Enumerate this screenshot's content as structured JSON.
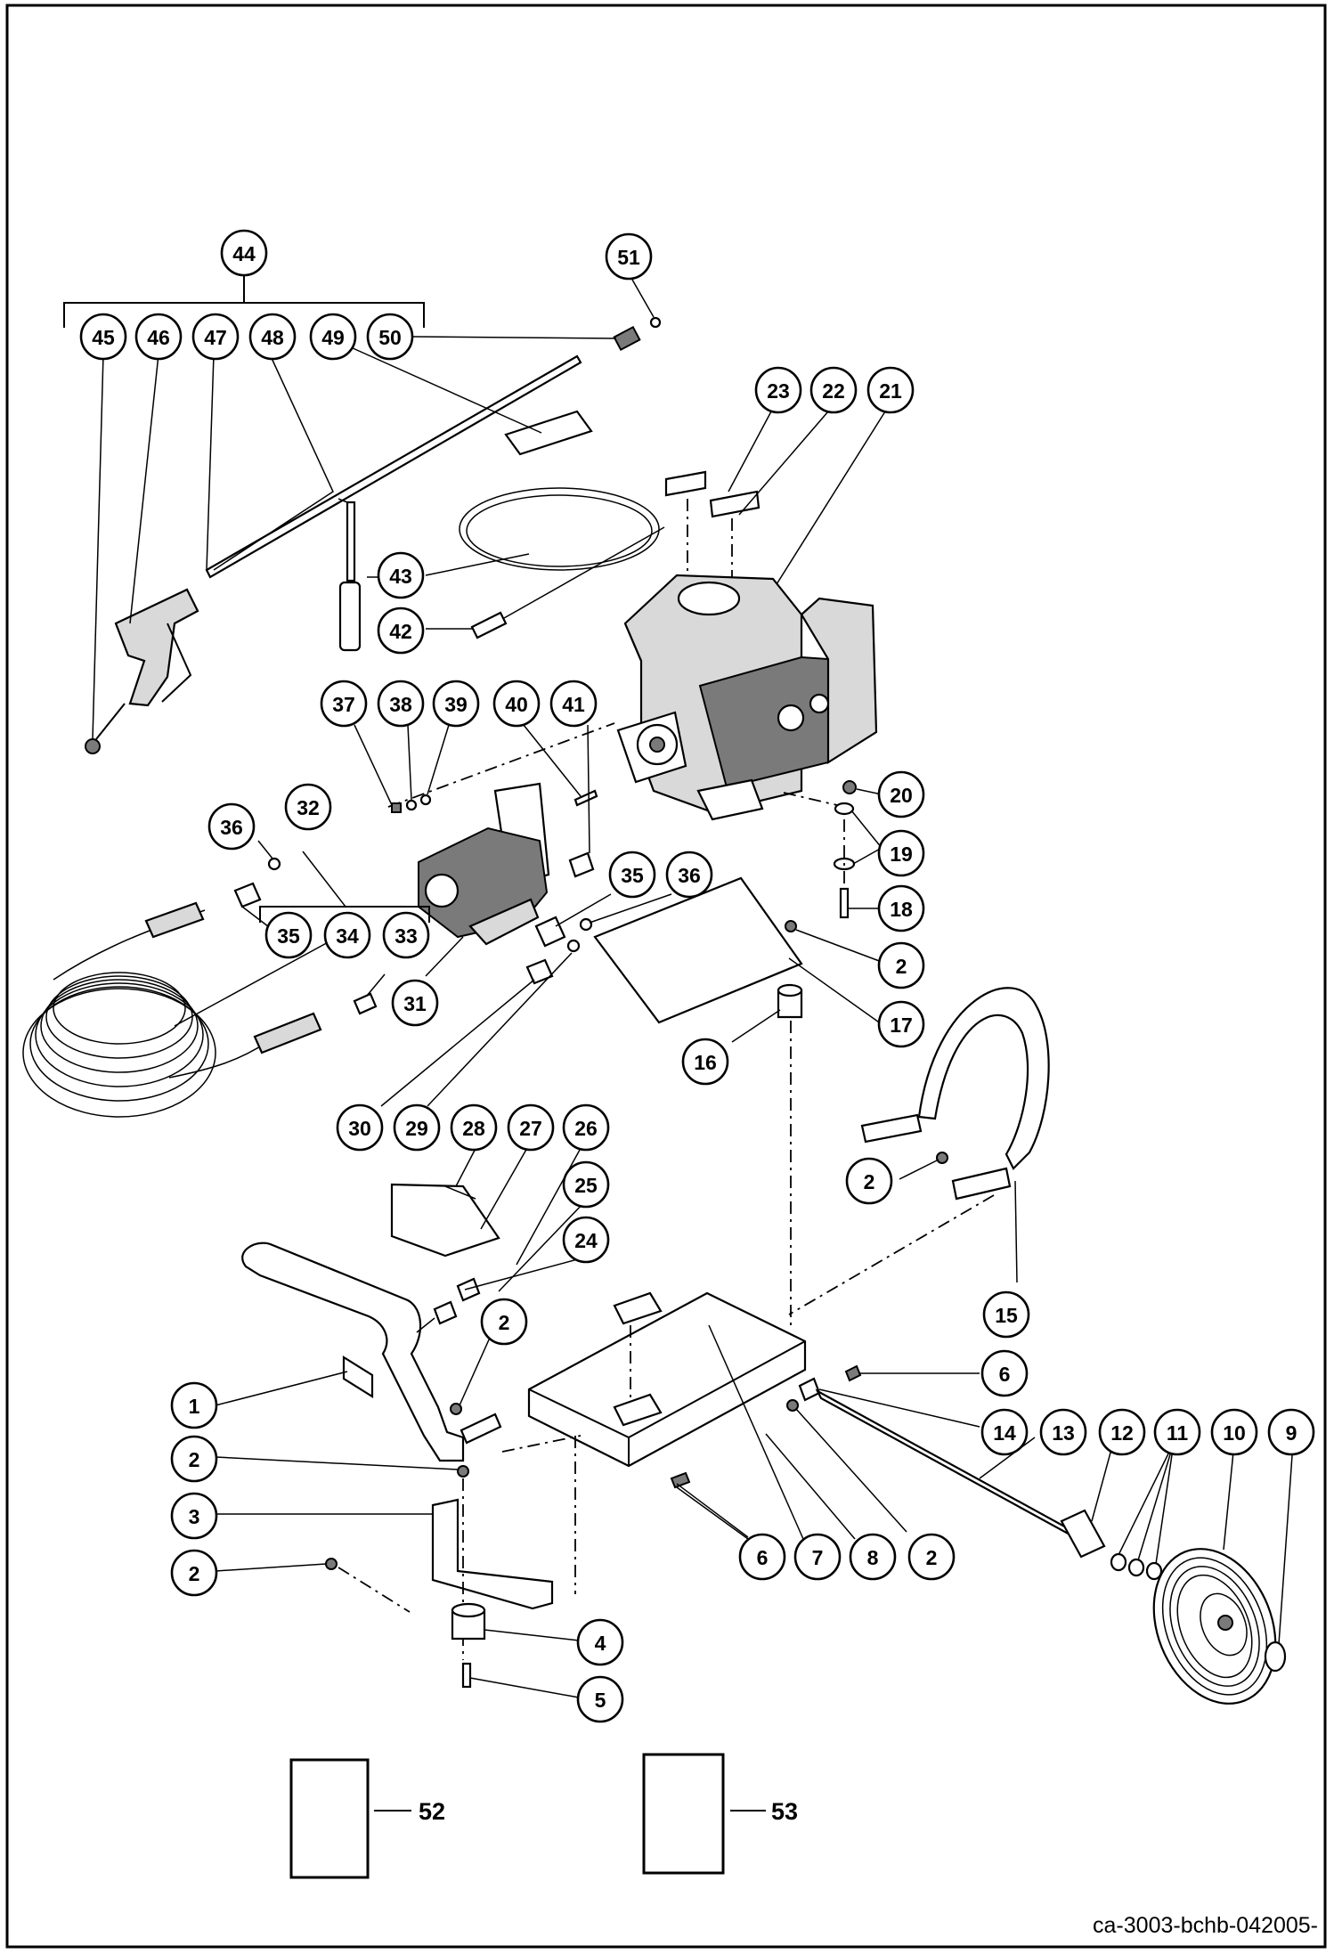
{
  "callouts": {
    "c44": "44",
    "c51": "51",
    "c45": "45",
    "c46": "46",
    "c47": "47",
    "c48": "48",
    "c49": "49",
    "c50": "50",
    "c23": "23",
    "c22": "22",
    "c21": "21",
    "c43": "43",
    "c42": "42",
    "c37": "37",
    "c38": "38",
    "c39": "39",
    "c40": "40",
    "c41": "41",
    "c36a": "36",
    "c32": "32",
    "c35a": "35",
    "c36b": "36",
    "c35b": "35",
    "c34": "34",
    "c33": "33",
    "c31": "31",
    "c20": "20",
    "c19": "19",
    "c18": "18",
    "c2a": "2",
    "c17": "17",
    "c16": "16",
    "c30": "30",
    "c29": "29",
    "c28": "28",
    "c27": "27",
    "c26": "26",
    "c25": "25",
    "c24": "24",
    "c2b": "2",
    "c15": "15",
    "c2c": "2",
    "c1": "1",
    "c6a": "6",
    "c14": "14",
    "c13": "13",
    "c12": "12",
    "c11": "11",
    "c10": "10",
    "c9": "9",
    "c2d": "2",
    "c3": "3",
    "c2e": "2",
    "c6b": "6",
    "c7": "7",
    "c8": "8",
    "c2f": "2",
    "c4": "4",
    "c5": "5"
  },
  "labels": {
    "label52": "52",
    "label53": "53"
  },
  "reference_code": "ca-3003-bchb-042005-"
}
